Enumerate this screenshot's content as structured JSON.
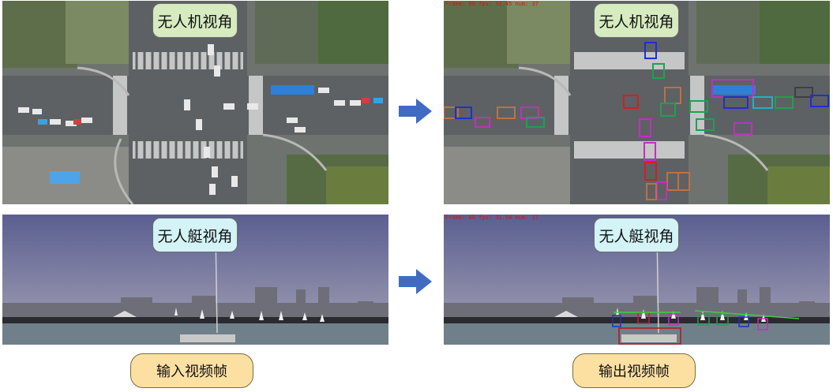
{
  "labels": {
    "drone_view": "无人机视角",
    "boat_view": "无人艇视角",
    "input": "输入视频帧",
    "output": "输出视频帧"
  },
  "hud": {
    "drone": "Frame: 60  fps: 32.45  num: 37",
    "boat": "Frame: 60  fps: 31.94  num: 11"
  },
  "colors": {
    "arrow": "#3f6cc2",
    "drone_label_bg": "#d6ebc0",
    "boat_label_bg": "#d3f3f6",
    "io_label_bg": "#fce0a2"
  },
  "icons": {
    "arrow": "right-arrow-icon"
  }
}
